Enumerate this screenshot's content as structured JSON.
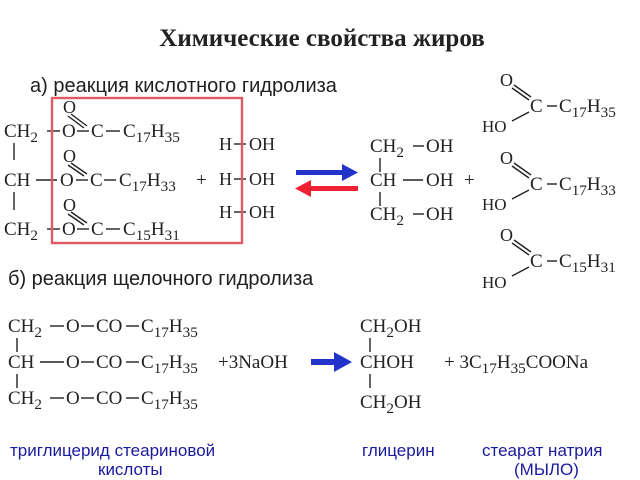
{
  "title": "Химические свойства жиров",
  "section_a": {
    "label": "а) реакция кислотного гидролиза",
    "triglyceride": {
      "row1": {
        "group": "CH2",
        "link": "O",
        "carbon": "C",
        "chain": "C17H35"
      },
      "row2": {
        "group": "CH",
        "link": "O",
        "carbon": "C",
        "chain": "C17H33"
      },
      "row3": {
        "group": "CH2",
        "link": "O",
        "carbon": "C",
        "chain": "C15H31"
      },
      "carbonyl_oxygen": "O"
    },
    "plus": "+",
    "water": [
      {
        "h": "H",
        "oh": "OH"
      },
      {
        "h": "H",
        "oh": "OH"
      },
      {
        "h": "H",
        "oh": "OH"
      }
    ],
    "glycerol": {
      "row1": {
        "group": "CH2",
        "oh": "OH"
      },
      "row2": {
        "group": "CH",
        "oh": "OH"
      },
      "row3": {
        "group": "CH2",
        "oh": "OH"
      }
    },
    "acids": [
      {
        "o": "O",
        "c": "C",
        "ho": "HO",
        "chain": "C17H35"
      },
      {
        "o": "O",
        "c": "C",
        "ho": "HO",
        "chain": "C17H33"
      },
      {
        "o": "O",
        "c": "C",
        "ho": "HO",
        "chain": "C15H31"
      }
    ],
    "colors": {
      "frame": "#e05a66",
      "arrow_forward": "#2233cc",
      "arrow_reverse": "#ee2233"
    }
  },
  "section_b": {
    "label": "б) реакция щелочного гидролиза",
    "triglyceride": {
      "row1": {
        "group": "CH2",
        "o": "O",
        "co": "CO",
        "chain": "C17H35"
      },
      "row2": {
        "group": "CH",
        "o": "O",
        "co": "CO",
        "chain": "C17H35"
      },
      "row3": {
        "group": "CH2",
        "o": "O",
        "co": "CO",
        "chain": "C17H35"
      }
    },
    "reagent": "+3NaOH",
    "glycerol": {
      "row1": "CH2OH",
      "row2": "CHOH",
      "row3": "CH2OH"
    },
    "product": "+ 3C17H35COONa",
    "arrow_color": "#2233cc"
  },
  "captions": {
    "left_line1": "триглицерид стеариновой",
    "left_line2": "кислоты",
    "middle": "глицерин",
    "right_line1": "стеарат натрия",
    "right_line2": "(МЫЛО)"
  },
  "colors": {
    "title": "#9a2b22",
    "caption": "#1a1a9e"
  }
}
